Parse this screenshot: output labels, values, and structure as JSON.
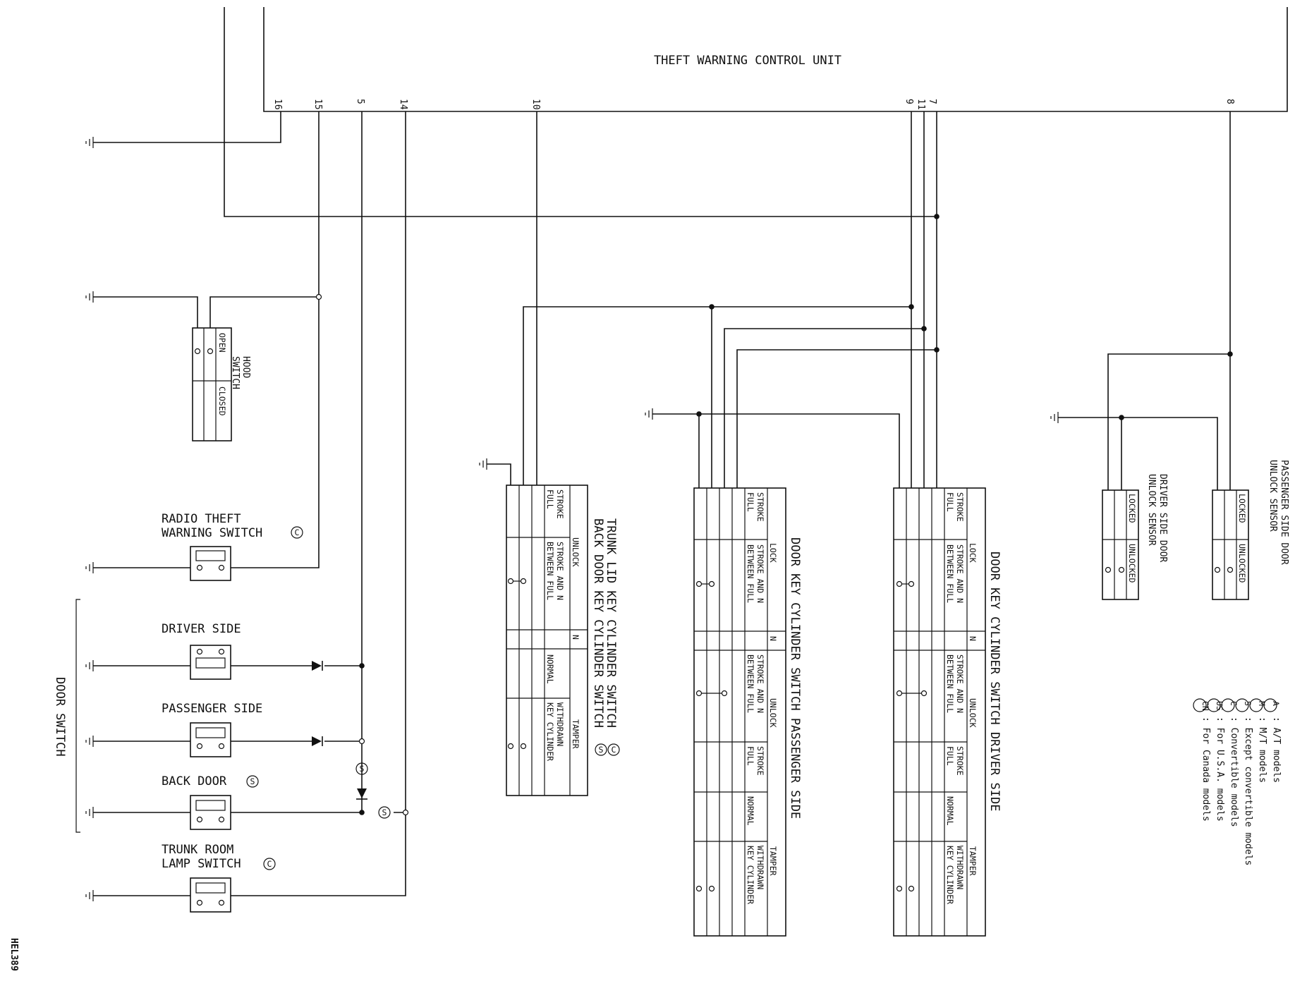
{
  "control_unit": {
    "title": "THEFT WARNING CONTROL UNIT",
    "pins": {
      "p16": "16",
      "p15": "15",
      "p5": "5",
      "p14": "14",
      "p10": "10",
      "p9": "9",
      "p11": "11",
      "p7": "7",
      "p8": "8"
    }
  },
  "hood_switch": {
    "title_1": "HOOD",
    "title_2": "SWITCH",
    "open": "OPEN",
    "closed": "CLOSED"
  },
  "radio_switch": {
    "line1": "RADIO THEFT",
    "line2": "WARNING SWITCH",
    "mark": "C"
  },
  "door_switch": {
    "group_label": "DOOR SWITCH",
    "driver": "DRIVER SIDE",
    "passenger": "PASSENGER SIDE",
    "back": "BACK DOOR",
    "back_mark": "S",
    "splice_mark": "S"
  },
  "trunk_lamp": {
    "line1": "TRUNK ROOM",
    "line2": "LAMP SWITCH",
    "mark": "C"
  },
  "trunk_lid": {
    "title_1": "TRUNK LID KEY CYLINDER SWITCH",
    "title_1_mark": "C",
    "title_2": "BACK DOOR KEY CYLINDER SWITCH",
    "title_2_mark": "S",
    "unlock": "UNLOCK",
    "full": "FULL",
    "stroke": "STROKE",
    "between_full": "BETWEEN FULL",
    "stroke_and_n": "STROKE AND N",
    "n": "N",
    "tamper": "TAMPER",
    "normal": "NORMAL",
    "key_cylinder": "KEY CYLINDER",
    "withdrawn": "WITHDRAWN"
  },
  "door_key": {
    "passenger_title": "DOOR KEY CYLINDER SWITCH PASSENGER SIDE",
    "driver_title": "DOOR KEY CYLINDER SWITCH DRIVER SIDE",
    "lock": "LOCK",
    "unlock": "UNLOCK",
    "full": "FULL",
    "stroke": "STROKE",
    "stroke_n": "STROKE",
    "between_full": "BETWEEN FULL",
    "stroke_and_n": "STROKE AND N",
    "n": "N",
    "tamper": "TAMPER",
    "normal": "NORMAL",
    "key_cylinder": "KEY CYLINDER",
    "withdrawn": "WITHDRAWN"
  },
  "sensors": {
    "driver_1": "DRIVER SIDE DOOR",
    "driver_2": "UNLOCK SENSOR",
    "passenger_1": "PASSENGER SIDE DOOR",
    "passenger_2": "UNLOCK SENSOR",
    "locked": "LOCKED",
    "unlocked": "UNLOCKED"
  },
  "legend": [
    {
      "mark": "A",
      "text": ": A/T models"
    },
    {
      "mark": "M",
      "text": ": M/T models"
    },
    {
      "mark": "S",
      "text": ": Except convertible models"
    },
    {
      "mark": "C",
      "text": ": Convertible models"
    },
    {
      "mark": "US",
      "text": ": For U.S.A. models"
    },
    {
      "mark": "CN",
      "text": ": For Canada models"
    }
  ],
  "figure_code": "HEL389"
}
